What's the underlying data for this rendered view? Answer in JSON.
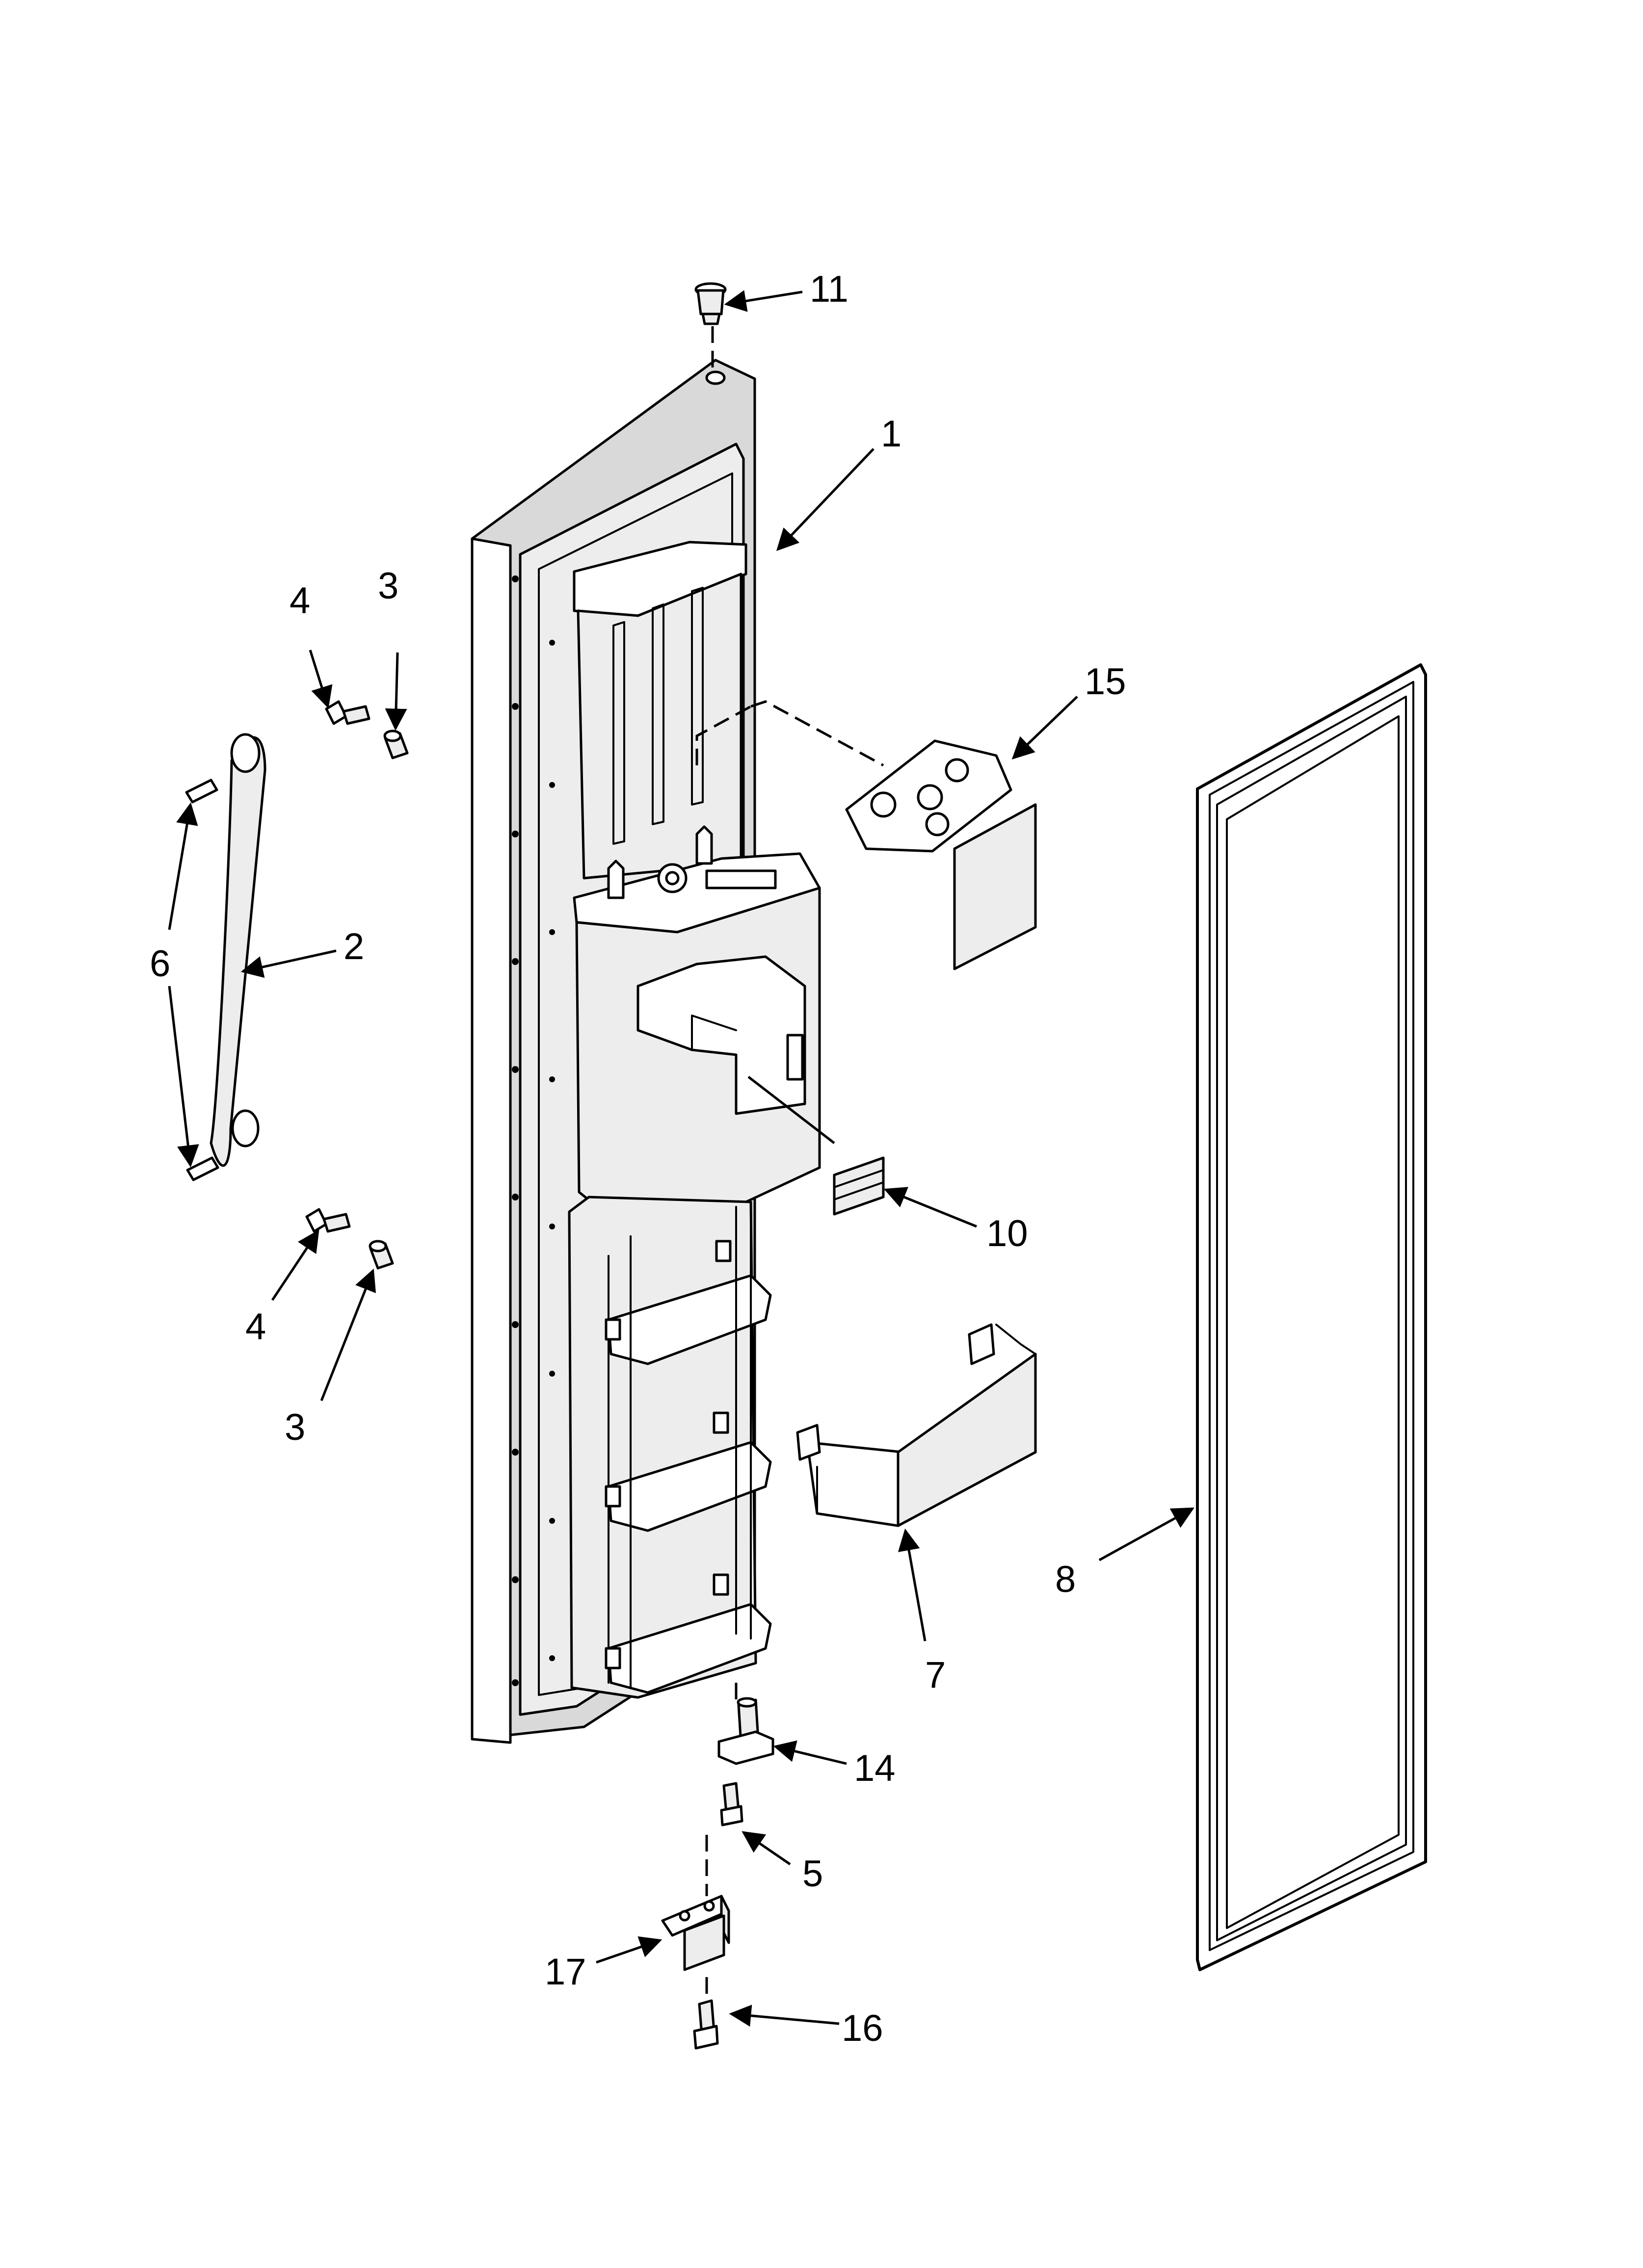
{
  "diagram": {
    "callouts": [
      {
        "id": "c11",
        "label": "11"
      },
      {
        "id": "c1",
        "label": "1"
      },
      {
        "id": "c4a",
        "label": "4"
      },
      {
        "id": "c3a",
        "label": "3"
      },
      {
        "id": "c15",
        "label": "15"
      },
      {
        "id": "c2",
        "label": "2"
      },
      {
        "id": "c6",
        "label": "6"
      },
      {
        "id": "c10",
        "label": "10"
      },
      {
        "id": "c4b",
        "label": "4"
      },
      {
        "id": "c3b",
        "label": "3"
      },
      {
        "id": "c8",
        "label": "8"
      },
      {
        "id": "c7",
        "label": "7"
      },
      {
        "id": "c14",
        "label": "14"
      },
      {
        "id": "c5",
        "label": "5"
      },
      {
        "id": "c17",
        "label": "17"
      },
      {
        "id": "c16",
        "label": "16"
      }
    ]
  }
}
